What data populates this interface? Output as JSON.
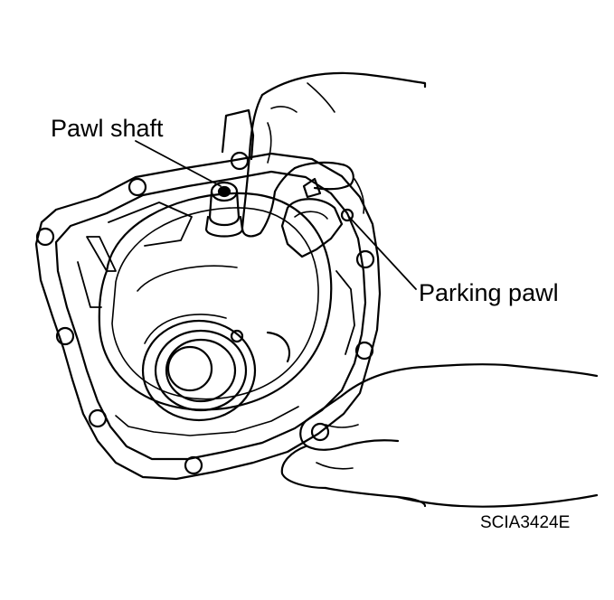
{
  "figure": {
    "labels": {
      "pawl_shaft": "Pawl shaft",
      "parking_pawl": "Parking pawl"
    },
    "figure_code": "SCIA3424E",
    "line_color": "#000000",
    "background_color": "#ffffff"
  }
}
